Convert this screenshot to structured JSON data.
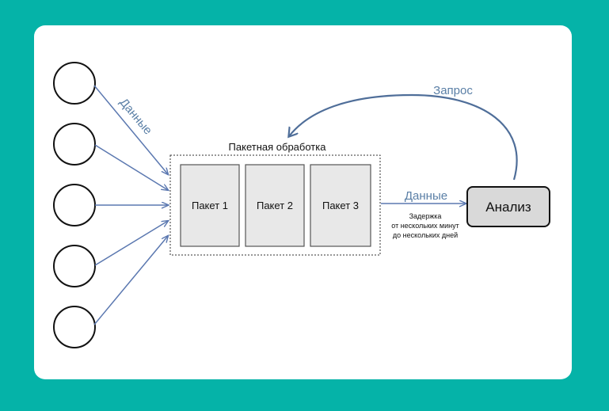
{
  "diagram": {
    "sources_label": "Данные",
    "batch_title": "Пакетная обработка",
    "batches": [
      "Пакет 1",
      "Пакет 2",
      "Пакет 3"
    ],
    "output_label": "Данные",
    "delay_lines": [
      "Задержка",
      "от нескольких минут",
      "до нескольких дней"
    ],
    "analysis_label": "Анализ",
    "request_label": "Запрос",
    "colors": {
      "background": "#05b3a8",
      "arrow": "#5b78b0",
      "label_blue": "#5a7fa6",
      "box_fill": "#e8e8e8",
      "analysis_fill": "#d9d9d9"
    }
  }
}
